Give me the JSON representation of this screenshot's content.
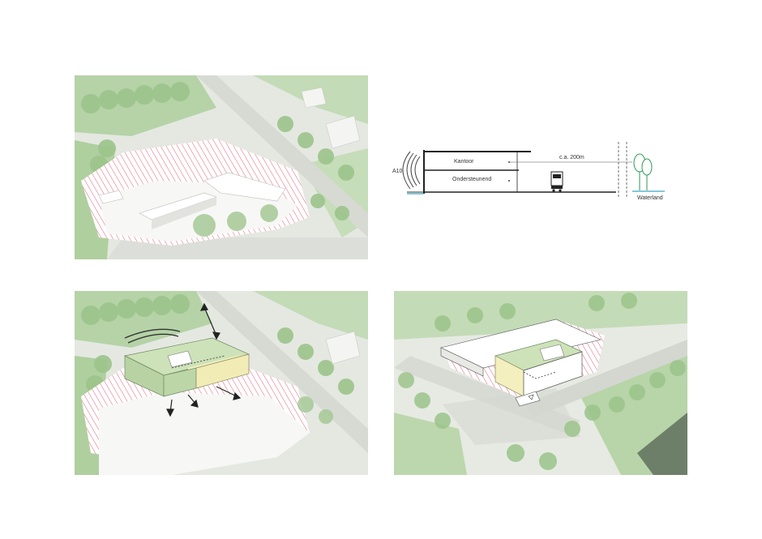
{
  "section": {
    "highway_label": "A10",
    "upper_floor_label": "Kantoor",
    "lower_floor_label": "Ondersteunend",
    "distance_label": "c.a. 200m",
    "landscape_label": "Waterland"
  },
  "colors": {
    "greenery": "#a9cc9a",
    "road": "#e0e3dd",
    "building": "#f7f7f5",
    "plot_hatch": "#e0607a",
    "office_volume": "#cde2b8",
    "support_volume": "#f3efbe",
    "water": "#3aa8c6"
  }
}
